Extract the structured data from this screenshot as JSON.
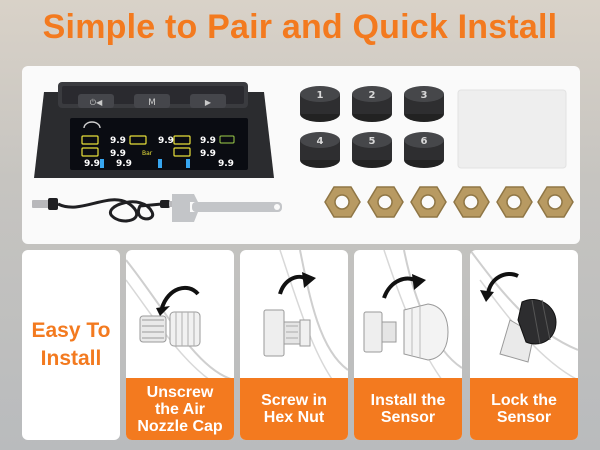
{
  "headline": "Simple to Pair and Quick Install",
  "kit": {
    "monitor_buttons": [
      "⏻◀",
      "M",
      "▶"
    ],
    "display_readings": [
      "9.9",
      "9.9",
      "9.9",
      "9.9",
      "9.9",
      "9.9",
      "9.9",
      "9.9"
    ],
    "display_unit": "Bar",
    "sensor_numbers": [
      "1",
      "2",
      "3",
      "4",
      "5",
      "6"
    ],
    "nut_count": 6
  },
  "install": {
    "intro_line1": "Easy To",
    "intro_line2": "Install",
    "steps": [
      {
        "line1": "Unscrew",
        "line2": "the Air",
        "line3": "Nozzle Cap"
      },
      {
        "line1": "Screw in",
        "line2": "Hex Nut",
        "line3": ""
      },
      {
        "line1": "Install the",
        "line2": "Sensor",
        "line3": ""
      },
      {
        "line1": "Lock the",
        "line2": "Sensor",
        "line3": ""
      }
    ]
  },
  "colors": {
    "accent": "#f37a1f",
    "display_yellow": "#e8e03a",
    "display_blue": "#37a6f0",
    "brass": "#b89a62"
  }
}
